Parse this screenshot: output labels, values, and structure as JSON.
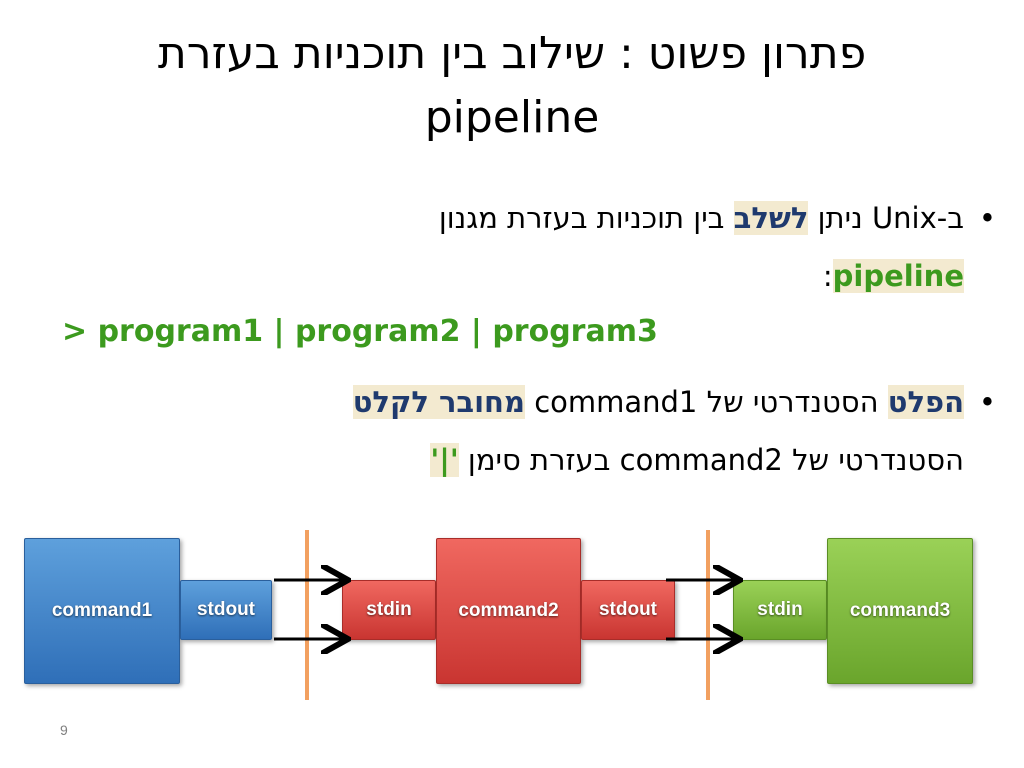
{
  "title": {
    "line1": "פתרון פשוט : שילוב בין תוכניות בעזרת",
    "line2": "pipeline"
  },
  "bullet1": {
    "prefix": "ב-",
    "unix": "Unix",
    "can": " ניתן ",
    "combine": "לשלב",
    "rest": " בין תוכניות בעזרת מגנון",
    "pipeline": "pipeline",
    "colon": ":"
  },
  "command_line": "> program1 | program2 | program3",
  "bullet2": {
    "output": "הפלט",
    "standard_of": " הסטנדרטי של ",
    "cmd1": "command1",
    "connected": "מחובר לקלט",
    "line2_a": "הסטנדרטי של ",
    "cmd2": "command2",
    "line2_b": " בעזרת סימן ",
    "pipe_sign": "'|'"
  },
  "diagram": {
    "command1": "command1",
    "stdout1": "stdout",
    "stdin2": "stdin",
    "command2": "command2",
    "stdout2": "stdout",
    "stdin3": "stdin",
    "command3": "command3"
  },
  "page_number": "9",
  "colors": {
    "blue": "#2f6fb8",
    "red": "#c93531",
    "green": "#6aa52c",
    "divider": "#f2a060",
    "keyword_green": "#3c9a1e",
    "keyword_navy": "#1f3a6e"
  }
}
